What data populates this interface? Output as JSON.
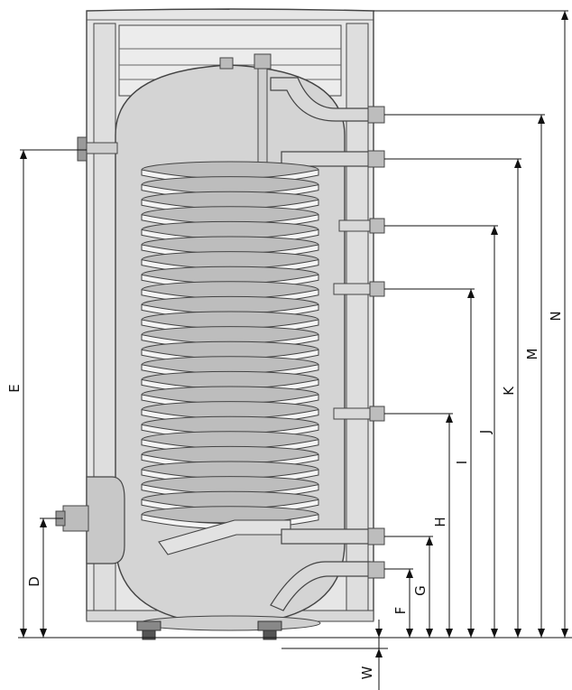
{
  "labels": {
    "N": "N",
    "M": "M",
    "K": "K",
    "J": "J",
    "I": "I",
    "H": "H",
    "G": "G",
    "F": "F",
    "E": "E",
    "D": "D",
    "W": "W"
  },
  "colors": {
    "stroke": "#444444",
    "tank": "#d4d4d4",
    "frame": "#e6e6e6",
    "flange": "#c8c8c8",
    "coil_light": "#f4f4f4",
    "coil_dark": "#bdbdbd",
    "foot": "#555555",
    "dim_line": "#111111"
  },
  "icons": {
    "dimension-arrow": "arrow-head",
    "tank-outline": "water-heater"
  }
}
